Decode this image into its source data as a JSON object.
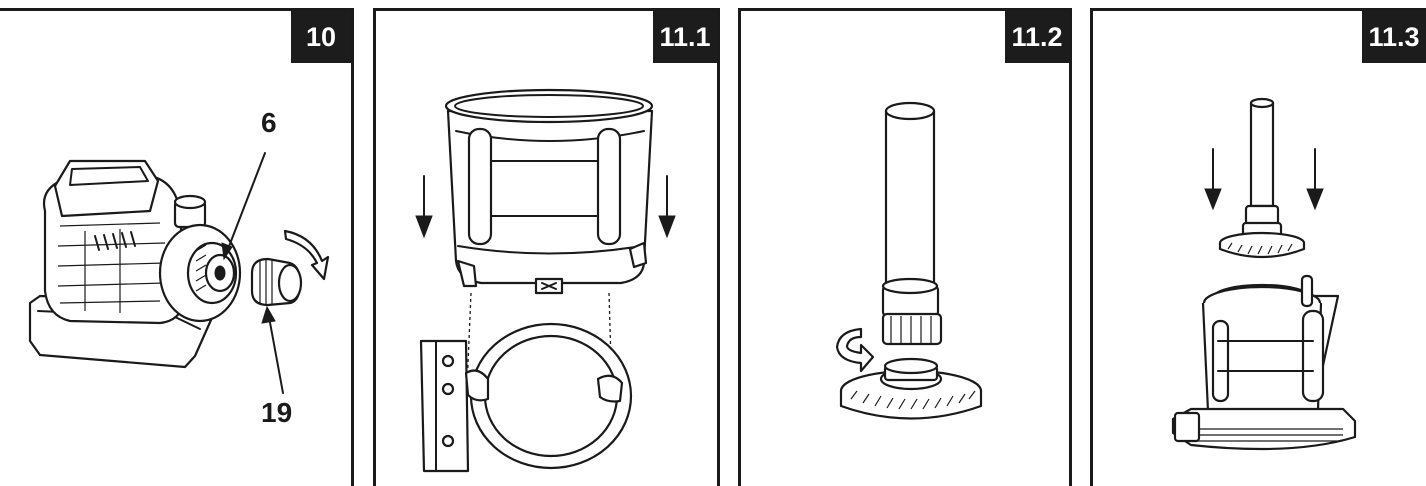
{
  "panels": [
    {
      "step": "10",
      "callouts": [
        "6",
        "19"
      ]
    },
    {
      "step": "11.1"
    },
    {
      "step": "11.2"
    },
    {
      "step": "11.3"
    }
  ]
}
